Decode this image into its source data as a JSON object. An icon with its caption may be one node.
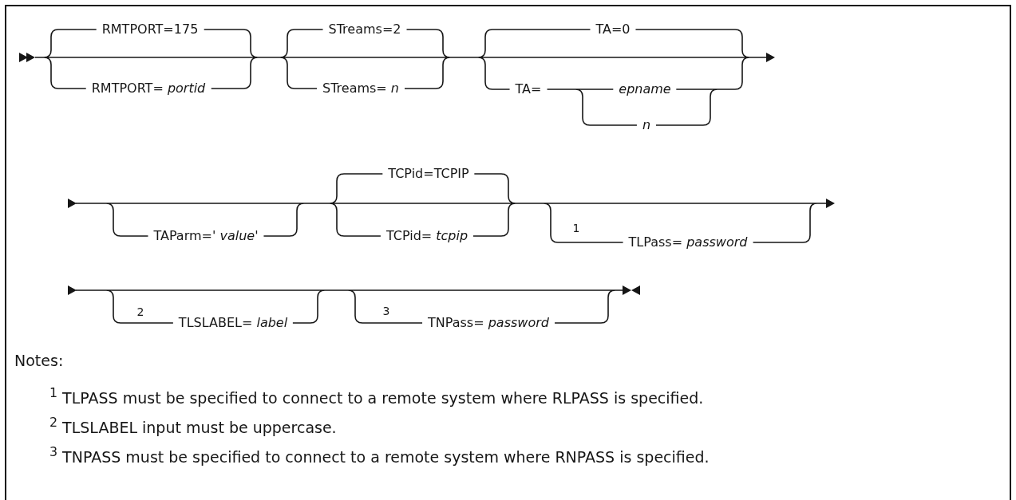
{
  "diagram": {
    "labels": [
      "RMTPORT=175",
      "STreams=2",
      "TA=0",
      "RMTPORT= *portid*",
      "STreams= *n*",
      "TA=",
      "epname",
      "n",
      "TCPid=TCPIP",
      "TAParm=' *value*'",
      "TCPid= *tcpip*",
      "1",
      "TLPass= *password*",
      "2",
      "TLSLABEL= *label*",
      "3",
      "TNPass= *password*",
      "Notes:",
      "$^{1}$ TLPASS must be specified to connect to a remote system where RLPASS is specified.",
      "$^{2}$ TLSLABEL input must be uppercase.",
      "$^{3}$ TNPASS must be specified to connect to a remote system where RNPASS is specified."
    ]
  }
}
